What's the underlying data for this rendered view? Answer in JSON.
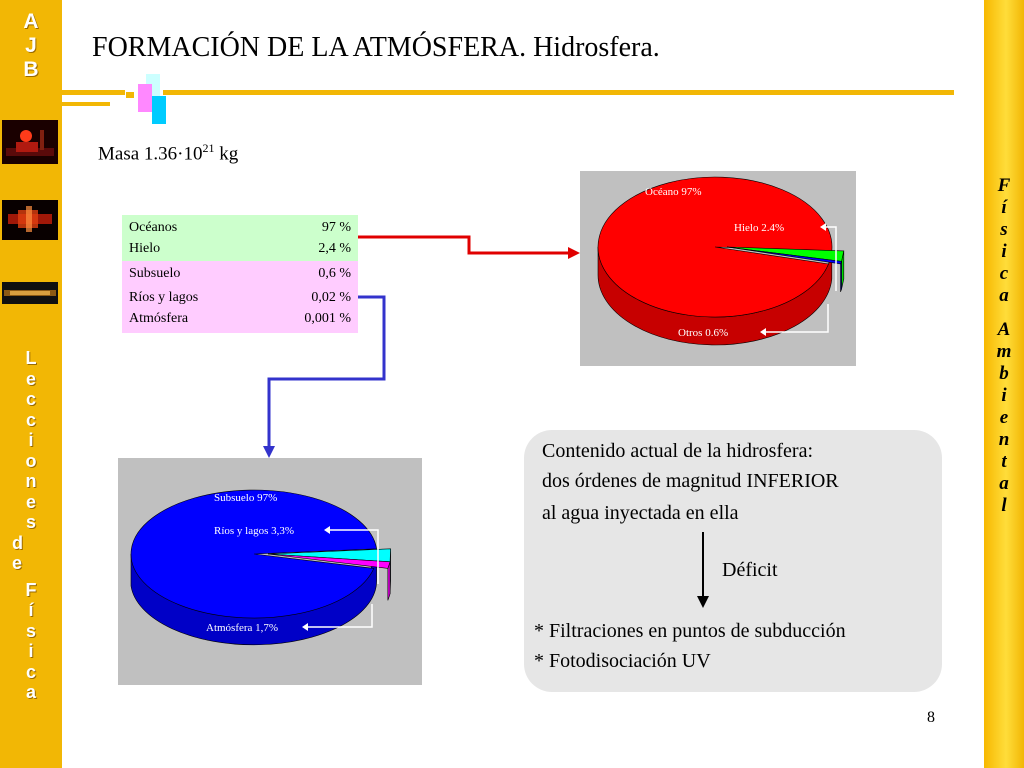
{
  "slide": {
    "title": "FORMACIÓN DE LA ATMÓSFERA. Hidrosfera.",
    "page_number": "8"
  },
  "sidebar_left": {
    "initials": [
      "A",
      "J",
      "B"
    ],
    "vertical_text": [
      "L",
      "e",
      "c",
      "c",
      "i",
      "o",
      "n",
      "e",
      "s",
      "d",
      "e",
      "F",
      "í",
      "s",
      "i",
      "c",
      "a"
    ]
  },
  "sidebar_right": {
    "vertical_text": [
      "F",
      "í",
      "s",
      "i",
      "c",
      "a",
      "A",
      "m",
      "b",
      "i",
      "e",
      "n",
      "t",
      "a",
      "l"
    ]
  },
  "mass": {
    "label": "Masa 1.36·10",
    "exponent": "21",
    "unit": " kg"
  },
  "table": {
    "rows": [
      {
        "name": "Océanos",
        "value": "97 %"
      },
      {
        "name": "Hielo",
        "value": "2,4 %"
      },
      {
        "name": "Subsuelo",
        "value": "0,6 %"
      },
      {
        "name": "Ríos y lagos",
        "value": "0,02 %"
      },
      {
        "name": "Atmósfera",
        "value": "0,001 %"
      }
    ]
  },
  "chart_data": [
    {
      "type": "pie",
      "slices": [
        {
          "label": "Océano 97%",
          "value": 97,
          "color": "#ff0000"
        },
        {
          "label": "Hielo 2.4%",
          "value": 2.4,
          "color": "#00ff00"
        },
        {
          "label": "Otros 0.6%",
          "value": 0.6,
          "color": "#0000ff"
        }
      ]
    },
    {
      "type": "pie",
      "slices": [
        {
          "label": "Subsuelo 97%",
          "value": 97,
          "color": "#0000ff"
        },
        {
          "label": "Ríos y lagos 3,3%",
          "value": 3.3,
          "color": "#00ffff"
        },
        {
          "label": "Atmósfera 1,7%",
          "value": 1.7,
          "color": "#ff00ff"
        }
      ]
    }
  ],
  "note": {
    "line1": "Contenido actual de la hidrosfera:",
    "line2": "dos órdenes de magnitud INFERIOR",
    "line3": "al agua inyectada en ella",
    "deficit": "Déficit",
    "bullet1": "* Filtraciones en puntos de subducción",
    "bullet2": "* Fotodisociación UV"
  },
  "colors": {
    "accent_yellow": "#f2b705",
    "oceans_row": "#ccffcc",
    "rest_row": "#ffccff",
    "arrow_red": "#e00000",
    "arrow_blue": "#3333cc"
  }
}
